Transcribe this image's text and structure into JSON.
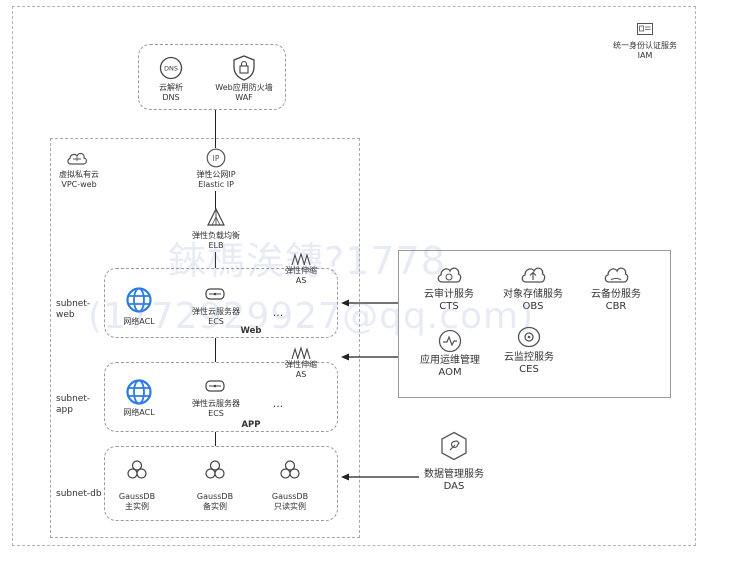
{
  "iam": {
    "line1": "统一身份认证服务",
    "line2": "IAM"
  },
  "dns": {
    "line1": "云解析",
    "line2": "DNS"
  },
  "waf": {
    "line1": "Web应用防火墙",
    "line2": "WAF"
  },
  "vpc": {
    "line1": "虚拟私有云",
    "line2": "VPC-web"
  },
  "eip": {
    "line1": "弹性公网IP",
    "line2": "Elastic IP"
  },
  "elb": {
    "line1": "弹性负载均衡",
    "line2": "ELB"
  },
  "as_web": {
    "line1": "弹性伸缩",
    "line2": "AS"
  },
  "as_app": {
    "line1": "弹性伸缩",
    "line2": "AS"
  },
  "subnets": {
    "web": "subnet-web",
    "app": "subnet-app",
    "db": "subnet-db"
  },
  "web": {
    "acl": "网络ACL",
    "ecs1": "弹性云服务器",
    "ecs2": "ECS",
    "more": "...",
    "tier": "Web"
  },
  "app": {
    "acl": "网络ACL",
    "ecs1": "弹性云服务器",
    "ecs2": "ECS",
    "more": "...",
    "tier": "APP"
  },
  "db": {
    "primary": {
      "line1": "GaussDB",
      "line2": "主实例"
    },
    "standby": {
      "line1": "GaussDB",
      "line2": "备实例"
    },
    "readonly": {
      "line1": "GaussDB",
      "line2": "只读实例"
    }
  },
  "cts": {
    "line1": "云审计服务",
    "line2": "CTS"
  },
  "obs": {
    "line1": "对象存储服务",
    "line2": "OBS"
  },
  "cbr": {
    "line1": "云备份服务",
    "line2": "CBR"
  },
  "aom": {
    "line1": "应用运维管理",
    "line2": "AOM"
  },
  "ces": {
    "line1": "云监控服务",
    "line2": "CES"
  },
  "das": {
    "line1": "数据管理服务",
    "line2": "DAS"
  },
  "watermark": {
    "line1": "錸榪涘鏄?1778",
    "line2": "(1772929927@qq.com)"
  },
  "colors": {
    "acl_blue": "#2a7be4",
    "line": "#222222",
    "dash": "#9a9a9a"
  }
}
